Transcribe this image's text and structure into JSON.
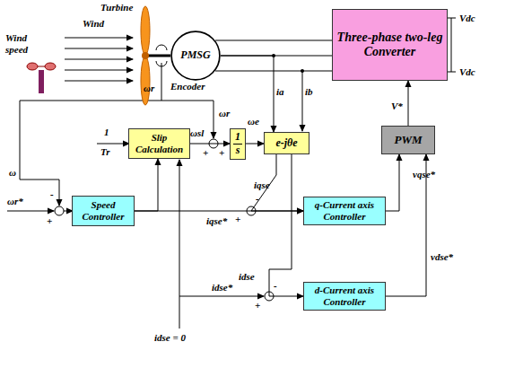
{
  "diagram": {
    "nodes": [
      {
        "text": [
          "PMSG"
        ]
      },
      {
        "text": [
          "Three-phase two-leg Converter"
        ]
      },
      {
        "text": [
          "Slip Calculation"
        ]
      },
      {
        "text": [
          "1",
          "s"
        ]
      },
      {
        "text": [
          "e-jθe"
        ]
      },
      {
        "text": [
          "PWM"
        ]
      },
      {
        "text": [
          "Speed Controller"
        ]
      },
      {
        "text": [
          "q-Current axis Controller"
        ]
      },
      {
        "text": [
          "d-Current axis Controller"
        ]
      }
    ],
    "edges": [
      {
        "from": 0,
        "to": 1,
        "arrow": "none"
      },
      {
        "from": 0,
        "to": 4,
        "arrow": "to"
      },
      {
        "from": 2,
        "to": 3,
        "arrow": "to"
      },
      {
        "from": 3,
        "to": 4,
        "arrow": "to"
      },
      {
        "from": 4,
        "to": 7,
        "arrow": "to"
      },
      {
        "from": 4,
        "to": 8,
        "arrow": "to"
      },
      {
        "from": 6,
        "to": 2,
        "arrow": "to"
      },
      {
        "from": 6,
        "to": 7,
        "arrow": "to"
      },
      {
        "from": 7,
        "to": 5,
        "arrow": "to"
      },
      {
        "from": 8,
        "to": 5,
        "arrow": "to"
      },
      {
        "from": 5,
        "to": 1,
        "arrow": "to"
      }
    ],
    "labels": [
      "Wind speed",
      "Wind",
      "Turbine",
      "Encoder",
      "ωr",
      "ωr",
      "+",
      "ωsl",
      "+",
      "ωe",
      "ia",
      "ib",
      "Vdc",
      "Vdc",
      "V*",
      "vqse*",
      "vdse*",
      "1",
      "Tr",
      "ω",
      "ωr*",
      "+",
      "-",
      "iqse",
      "-",
      "iqse*",
      "+",
      "idse",
      "-",
      "idse*",
      "+",
      "idse = 0"
    ]
  }
}
